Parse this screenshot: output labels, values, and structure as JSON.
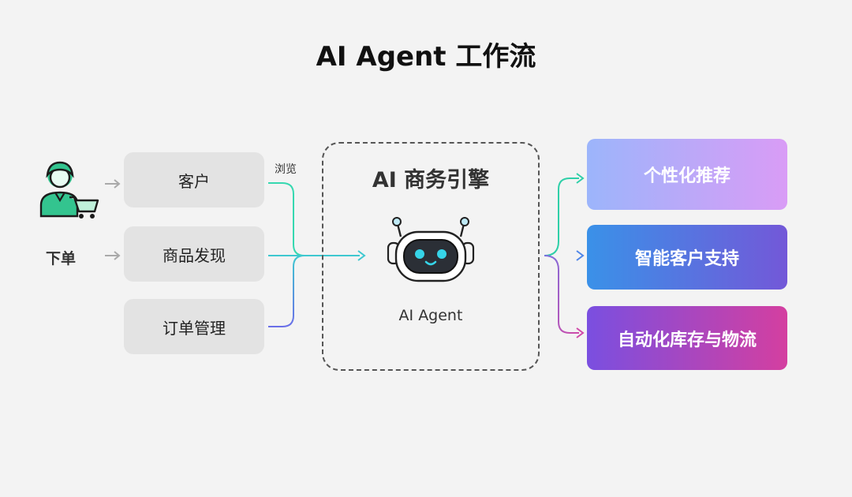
{
  "title": "AI Agent 工作流",
  "inputs": {
    "order_label": "下单",
    "browse_label": "浏览",
    "boxes": [
      {
        "label": "客户"
      },
      {
        "label": "商品发现"
      },
      {
        "label": "订单管理"
      }
    ]
  },
  "engine": {
    "title": "AI 商务引擎",
    "agent_label": "AI Agent"
  },
  "outputs": [
    {
      "label": "个性化推荐"
    },
    {
      "label": "智能客户支持"
    },
    {
      "label": "自动化库存与物流"
    }
  ],
  "icons": {
    "user": "user-with-cart-icon",
    "robot": "robot-icon"
  },
  "colors": {
    "line_top": "#36d8b0",
    "line_mid": "#3ec8d0",
    "line_bottom": "#5b7bea",
    "out_line_top": "#2fcfa8",
    "out_line_mid": "#4f86e8",
    "out_line_bottom": "#d04aa8",
    "user_green": "#33c48f"
  }
}
